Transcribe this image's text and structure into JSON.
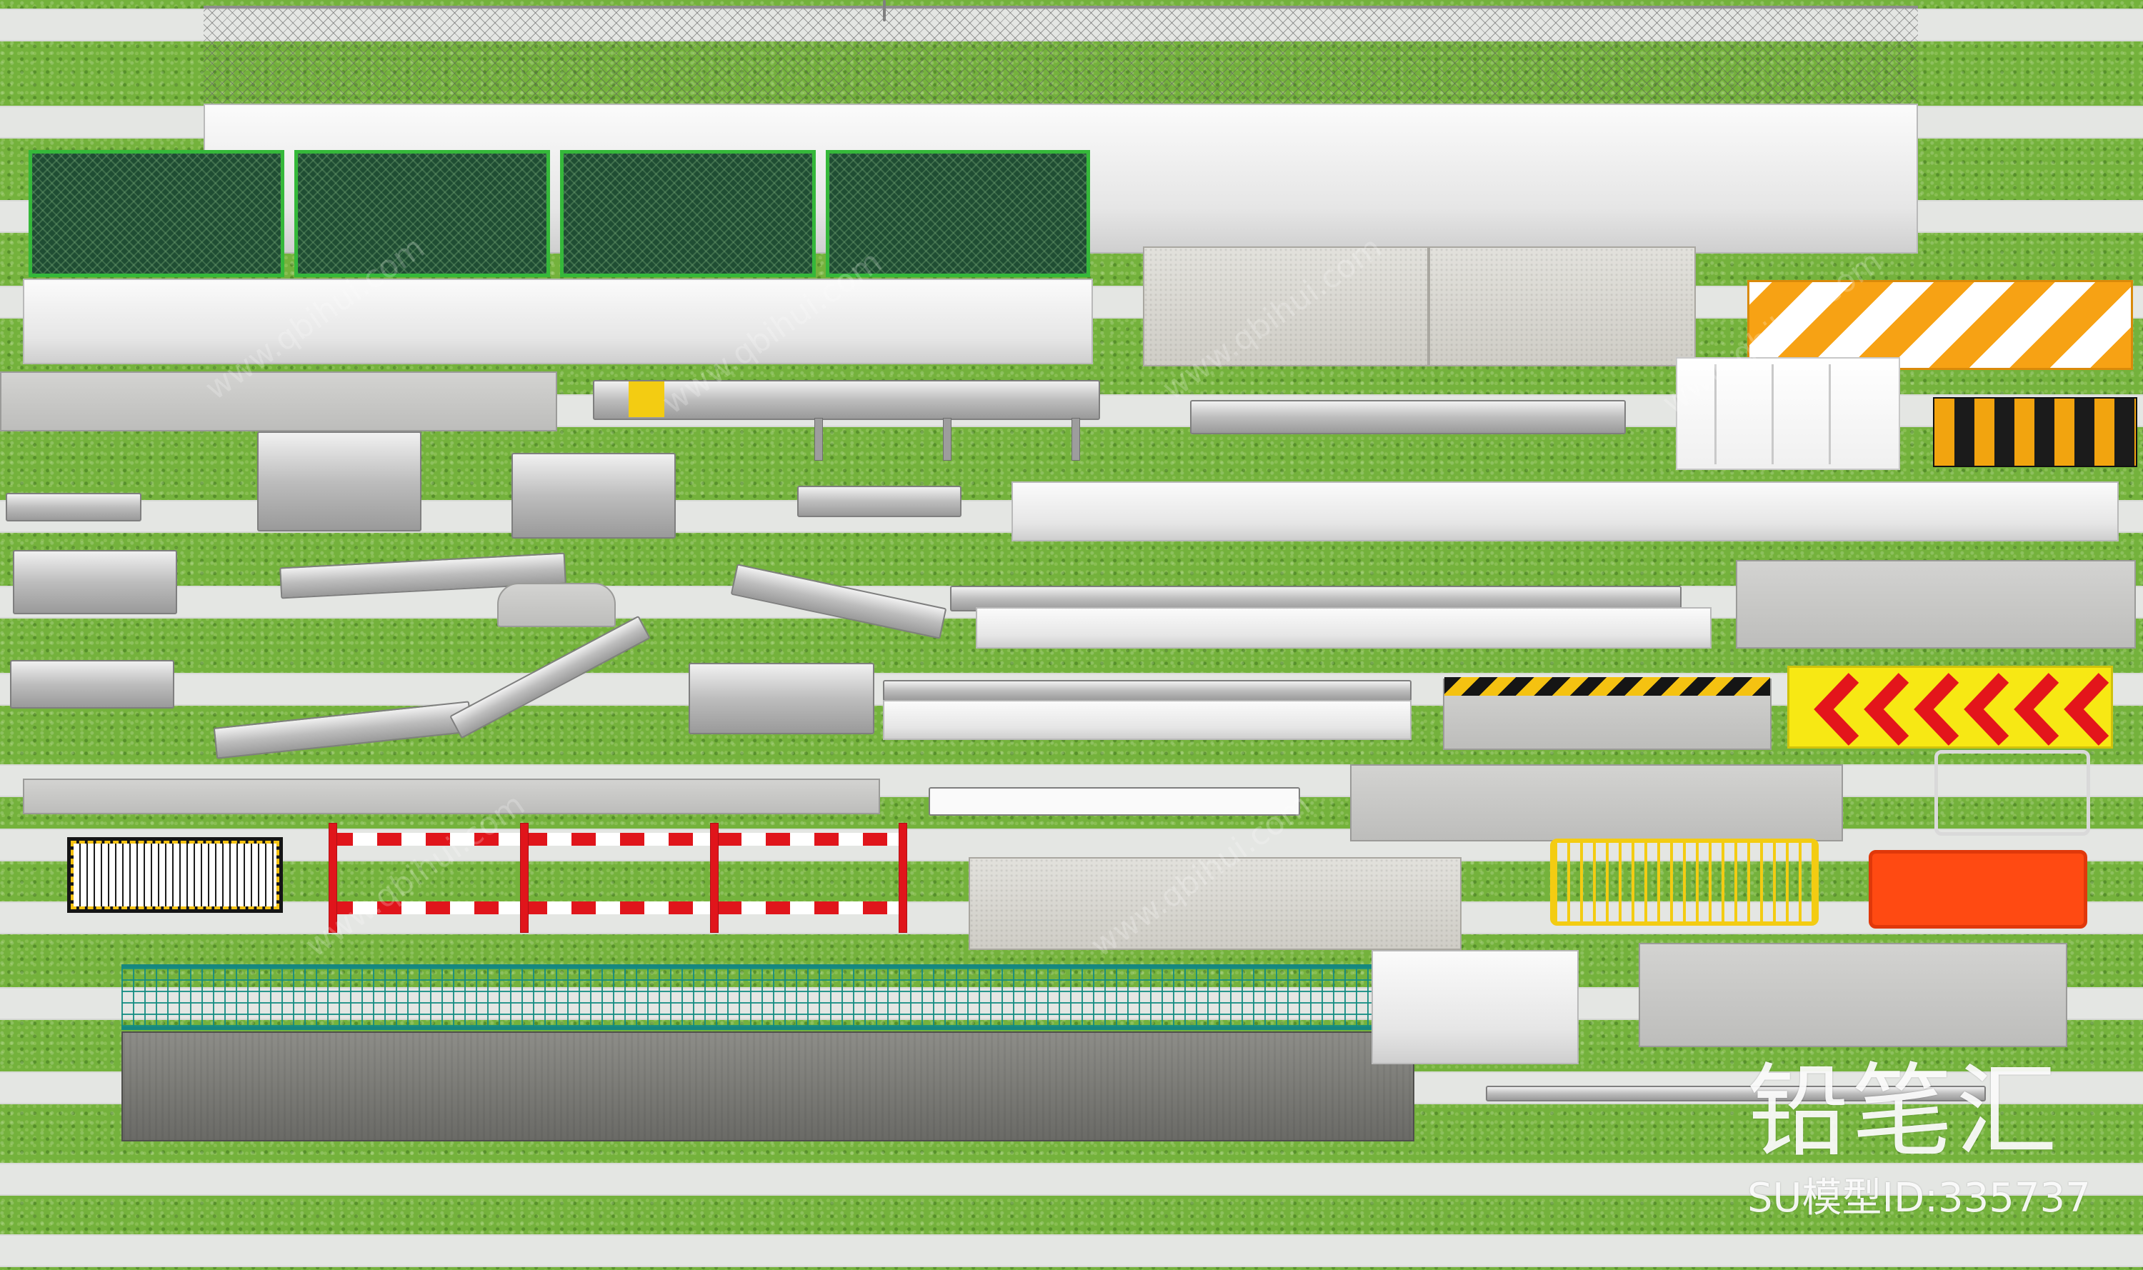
{
  "watermark": {
    "brand": "铅笔汇",
    "model_id": "SU模型ID:335737",
    "site": "www.qbihui.com"
  },
  "colors": {
    "grass": "#74b23c",
    "lane": "#e4e6e3",
    "accent_green": "#35b83a",
    "hazard_orange": "#f7a214",
    "hazard_red": "#e0151b",
    "hazard_yellow": "#f5c211",
    "teal": "#16877f"
  },
  "icons": [
    "chevron-left-icon"
  ]
}
